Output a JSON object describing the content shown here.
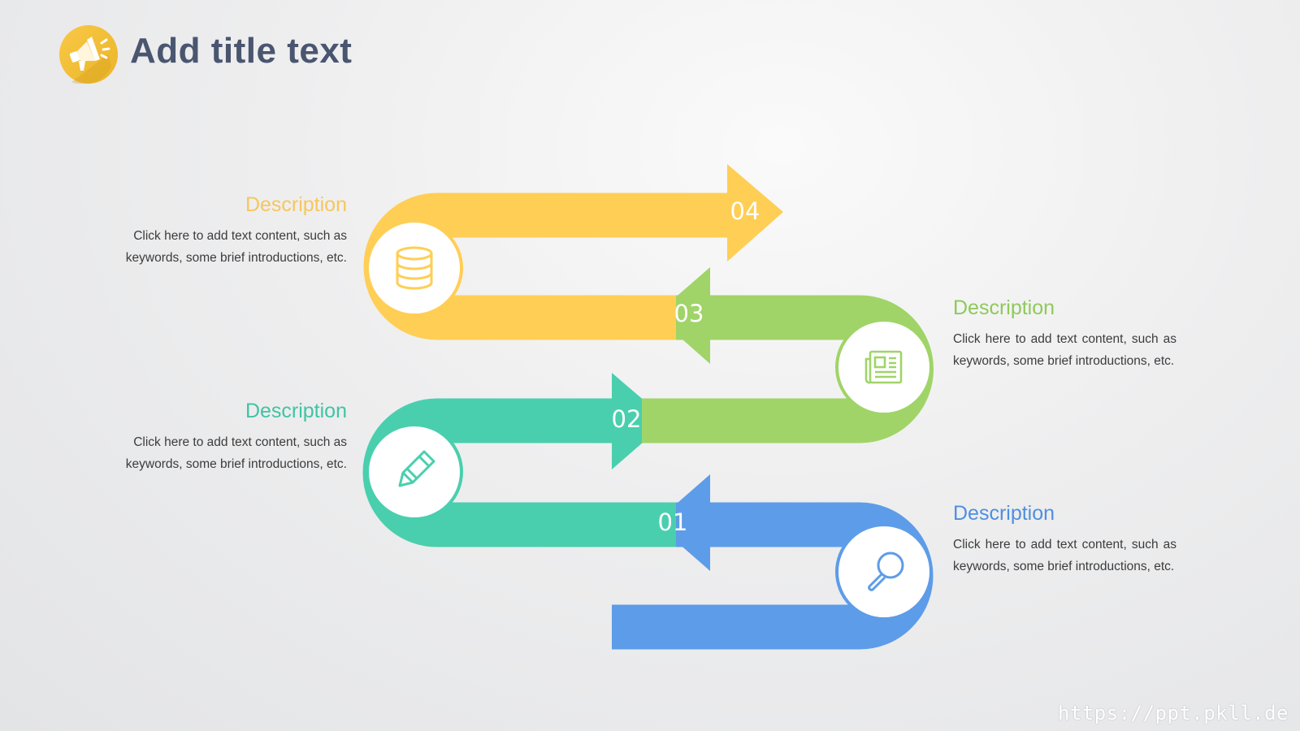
{
  "header": {
    "title": "Add title text",
    "icon": "megaphone-icon",
    "icon_color": "#f5c23e"
  },
  "steps": [
    {
      "number": "01",
      "color": "#5d9ce8",
      "icon": "magnifier-icon"
    },
    {
      "number": "02",
      "color": "#49cfae",
      "icon": "pencil-icon"
    },
    {
      "number": "03",
      "color": "#a0d468",
      "icon": "newspaper-icon"
    },
    {
      "number": "04",
      "color": "#ffce54",
      "icon": "database-icon"
    }
  ],
  "descriptions": [
    {
      "title": "Description",
      "body": "Click here to add text content, such as keywords, some brief introductions, etc.",
      "color": "#f7c65c"
    },
    {
      "title": "Description",
      "body": "Click here to add text content, such as keywords, some brief introductions, etc.",
      "color": "#8fc95a"
    },
    {
      "title": "Description",
      "body": "Click here to add text content, such as keywords, some brief introductions, etc.",
      "color": "#3fc4a4"
    },
    {
      "title": "Description",
      "body": "Click here to add text content, such as keywords, some brief introductions, etc.",
      "color": "#4f8fe0"
    }
  ],
  "watermark": "https://ppt.pkll.de"
}
